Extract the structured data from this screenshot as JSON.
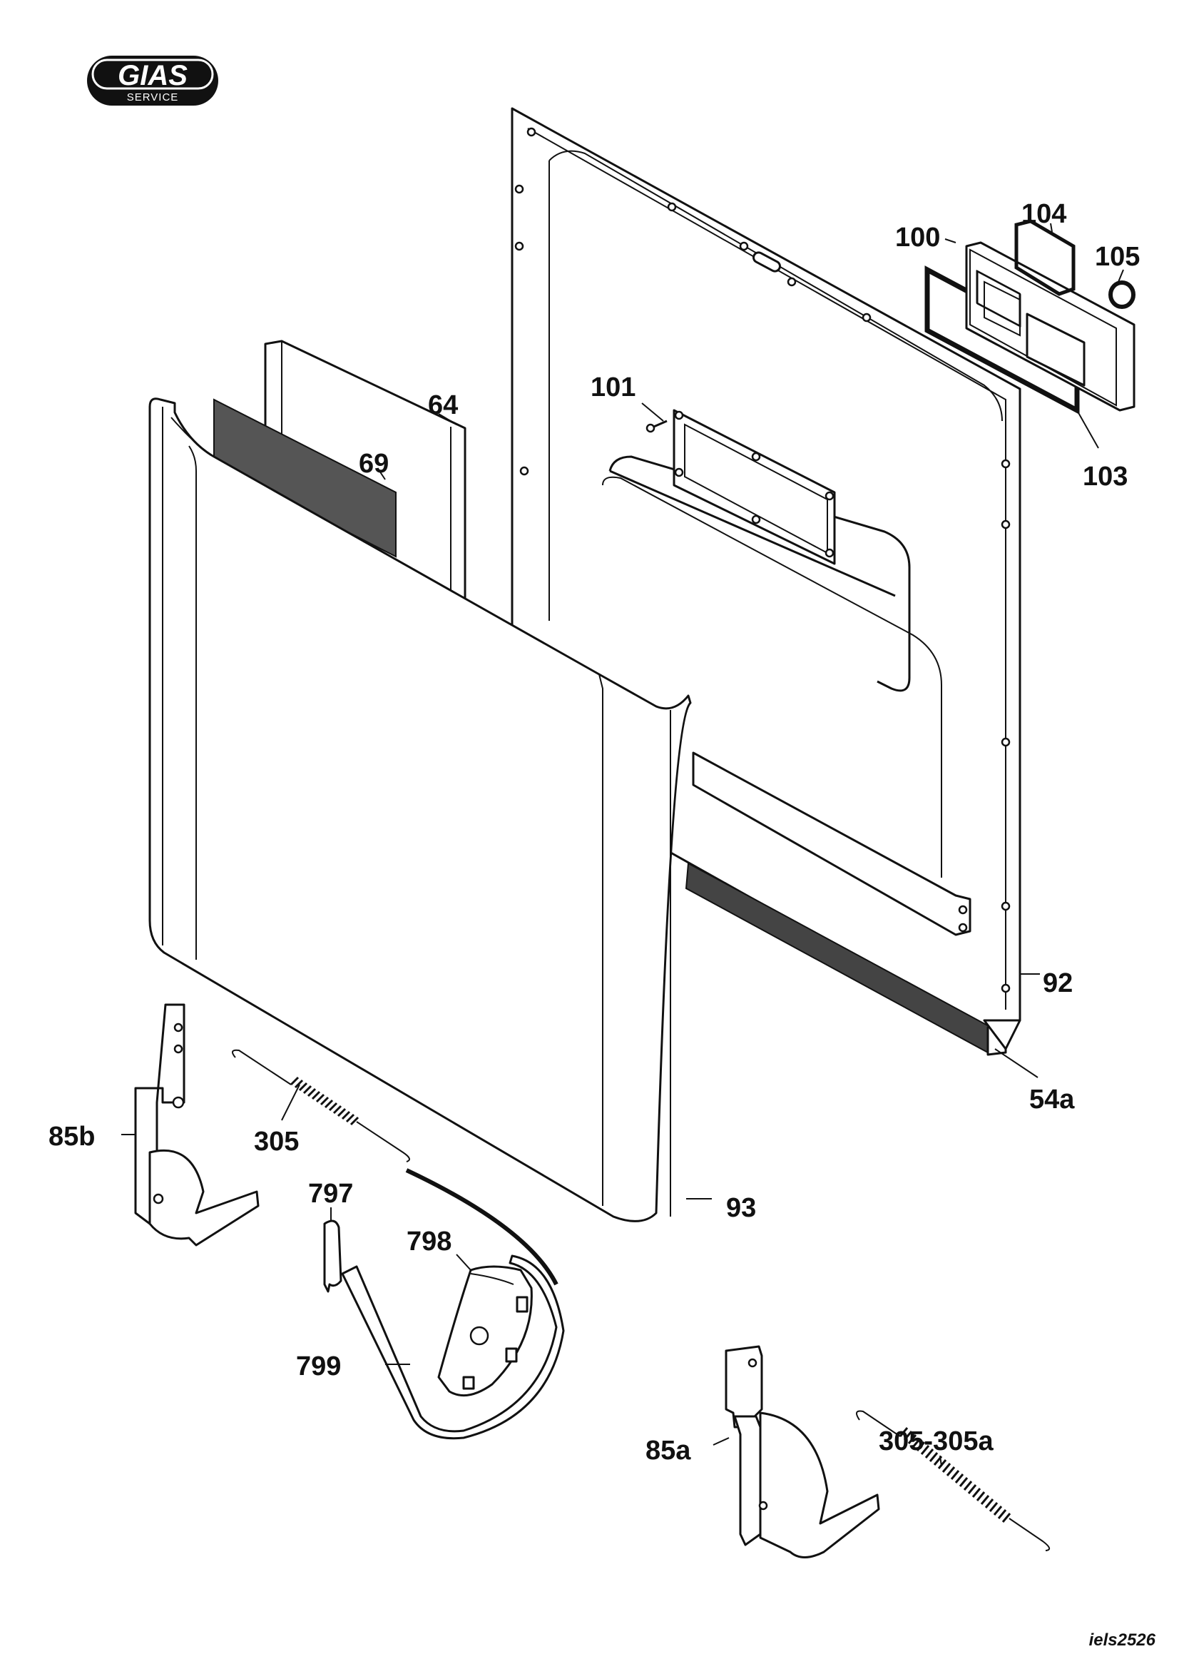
{
  "logo": {
    "brand": "GIAS",
    "subtitle": "SERVICE"
  },
  "drawing_code": "iels2526",
  "part_labels": {
    "p64": "64",
    "p69": "69",
    "p101": "101",
    "p100": "100",
    "p104": "104",
    "p105": "105",
    "p103": "103",
    "p92": "92",
    "p54a": "54a",
    "p85b": "85b",
    "p305": "305",
    "p93": "93",
    "p797": "797",
    "p798": "798",
    "p799": "799",
    "p85a": "85a",
    "p305_305a": "305-305a"
  },
  "colors": {
    "line": "#111111",
    "paper": "#ffffff",
    "seal": "#444444",
    "insulation": "#555555"
  }
}
